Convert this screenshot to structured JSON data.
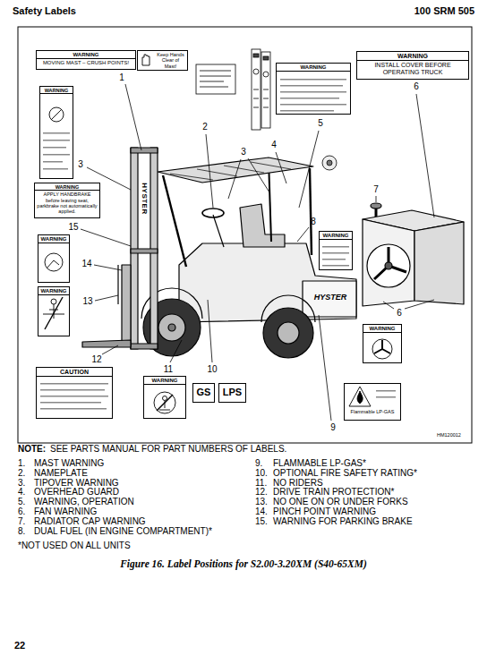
{
  "diagram": {
    "caption": "Figure 16. Label Positions for S2.00-3.20XM (S40-65XM)",
    "nodes": [
      {
        "text": [
          "WARNING",
          "MOVING MAST – CRUSH POINTS!"
        ]
      },
      {
        "text": [
          "Keep Hands Clear of Mast!"
        ]
      },
      {
        "text": [
          "WARNING",
          "INSTALL COVER BEFORE OPERATING TRUCK"
        ]
      },
      {
        "text": [
          "WARNING"
        ]
      },
      {
        "text": [
          "WARNING"
        ]
      },
      {
        "text": [
          "WARNING",
          "APPLY HANDBRAKE before leaving seat, parkbrake not automatically applied."
        ]
      },
      {
        "text": [
          "WARNING"
        ]
      },
      {
        "text": [
          "WARNING"
        ]
      },
      {
        "text": [
          "WARNING"
        ]
      },
      {
        "text": [
          "WARNING"
        ]
      },
      {
        "text": [
          "CAUTION"
        ]
      },
      {
        "text": [
          "WARNING"
        ]
      },
      {
        "text": [
          "GS"
        ]
      },
      {
        "text": [
          "LPS"
        ]
      },
      {
        "text": [
          "Flammable LP-GAS"
        ]
      }
    ],
    "labels": [
      "Safety Labels",
      "100 SRM 505",
      "1",
      "2",
      "3",
      "3",
      "4",
      "5",
      "6",
      "6",
      "7",
      "8",
      "9",
      "10",
      "11",
      "12",
      "13",
      "14",
      "15",
      "HYSTER",
      "HYSTER",
      "HM120012",
      "NOTE:",
      "SEE PARTS MANUAL FOR PART NUMBERS OF LABELS.",
      "1.",
      "MAST WARNING",
      "2.",
      "NAMEPLATE",
      "3.",
      "TIPOVER WARNING",
      "4.",
      "OVERHEAD GUARD",
      "5.",
      "WARNING, OPERATION",
      "6.",
      "FAN WARNING",
      "7.",
      "RADIATOR CAP WARNING",
      "8.",
      "DUAL FUEL (IN ENGINE COMPARTMENT)*",
      "9.",
      "FLAMMABLE LP-GAS*",
      "10.",
      "OPTIONAL FIRE SAFETY RATING*",
      "11.",
      "NO RIDERS",
      "12.",
      "DRIVE TRAIN PROTECTION*",
      "13.",
      "NO ONE ON OR UNDER FORKS",
      "14.",
      "PINCH POINT WARNING",
      "15.",
      "WARNING FOR PARKING BRAKE",
      "*NOT USED ON ALL UNITS",
      "22"
    ]
  }
}
